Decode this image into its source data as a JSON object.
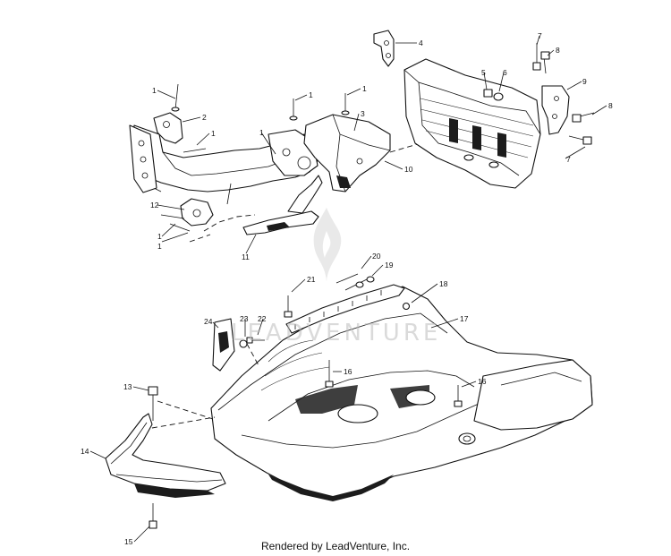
{
  "credit": "Rendered by LeadVenture, Inc.",
  "watermark": {
    "text": "LEADVENTURE",
    "icon": "leadventure-flame-logo"
  },
  "callouts": [
    "1",
    "1",
    "1",
    "1",
    "1",
    "1",
    "1",
    "2",
    "3",
    "4",
    "5",
    "6",
    "7",
    "7",
    "8",
    "8",
    "9",
    "10",
    "11",
    "12",
    "13",
    "14",
    "15",
    "16",
    "16",
    "17",
    "18",
    "19",
    "20",
    "21",
    "22",
    "23",
    "24"
  ]
}
